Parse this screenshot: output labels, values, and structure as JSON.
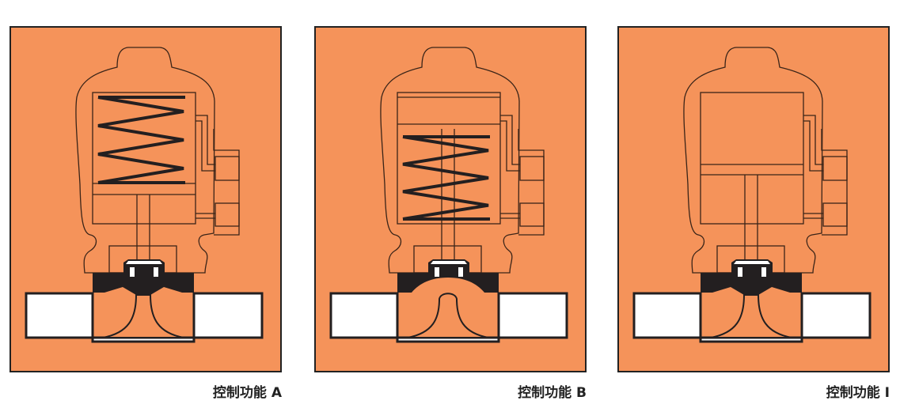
{
  "colors": {
    "background": "#F5935A",
    "line": "#3a2418",
    "dark": "#231f20",
    "fluid": "#ffffff"
  },
  "panels": [
    {
      "id": "a",
      "label": "控制功能 A",
      "mode": "spring-top"
    },
    {
      "id": "b",
      "label": "控制功能 B",
      "mode": "spring-bottom"
    },
    {
      "id": "i",
      "label": "控制功能 I",
      "mode": "no-spring"
    }
  ]
}
